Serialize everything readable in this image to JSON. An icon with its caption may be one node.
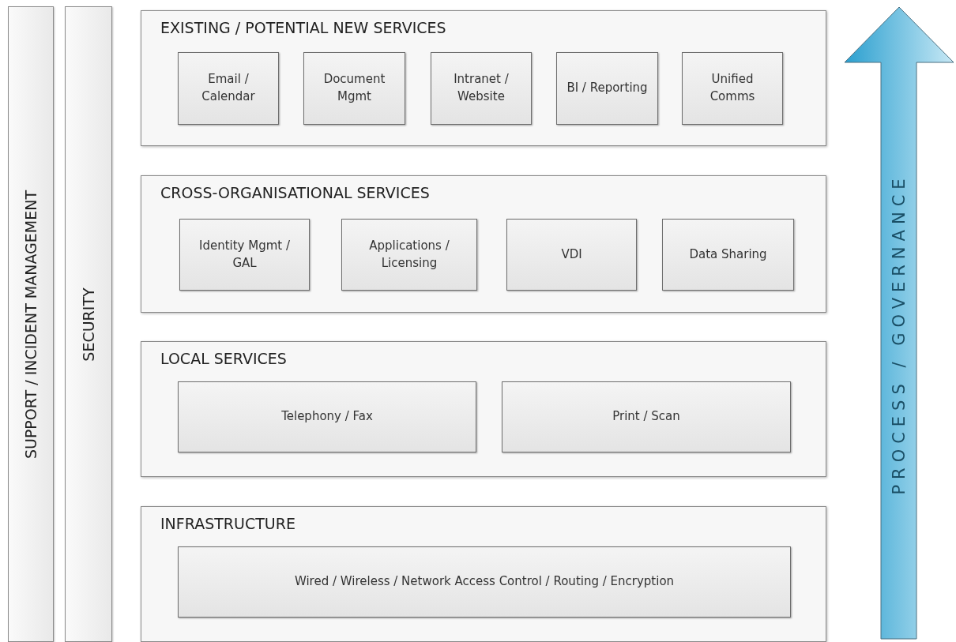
{
  "diagram": {
    "nodes": [
      {
        "text": [
          "SUPPORT / INCIDENT MANAGEMENT"
        ]
      },
      {
        "text": [
          "SECURITY"
        ]
      },
      {
        "text": [
          "EXISTING / POTENTIAL NEW SERVICES"
        ]
      },
      {
        "text": [
          "Email / Calendar"
        ],
        "in": 2
      },
      {
        "text": [
          "Document Mgmt"
        ],
        "in": 2
      },
      {
        "text": [
          "Intranet / Website"
        ],
        "in": 2
      },
      {
        "text": [
          "BI / Reporting"
        ],
        "in": 2
      },
      {
        "text": [
          "Unified Comms"
        ],
        "in": 2
      },
      {
        "text": [
          "CROSS-ORGANISATIONAL SERVICES"
        ]
      },
      {
        "text": [
          "Identity Mgmt / GAL"
        ],
        "in": 8
      },
      {
        "text": [
          "Applications / Licensing"
        ],
        "in": 8
      },
      {
        "text": [
          "VDI"
        ],
        "in": 8
      },
      {
        "text": [
          "Data Sharing"
        ],
        "in": 8
      },
      {
        "text": [
          "LOCAL SERVICES"
        ]
      },
      {
        "text": [
          "Telephony / Fax"
        ],
        "in": 13
      },
      {
        "text": [
          "Print / Scan"
        ],
        "in": 13
      },
      {
        "text": [
          "INFRASTRUCTURE"
        ]
      },
      {
        "text": [
          "Wired / Wireless / Network Access Control / Routing / Encryption"
        ],
        "in": 16
      },
      {
        "text": [
          "PROCESS / GOVERNANCE"
        ]
      }
    ]
  }
}
